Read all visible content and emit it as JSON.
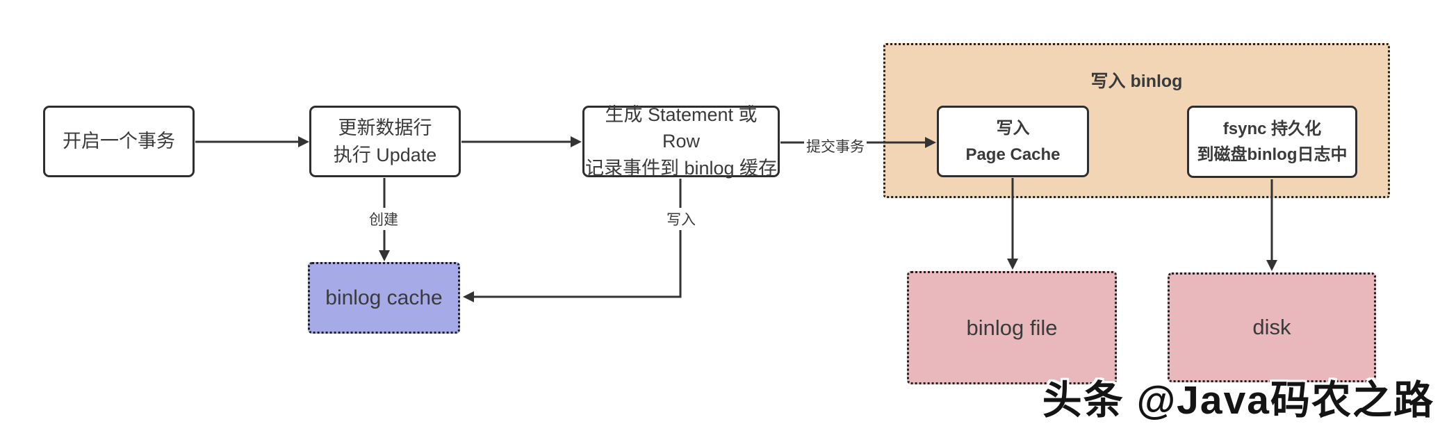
{
  "group": {
    "title": "写入 binlog"
  },
  "nodes": {
    "start": {
      "label": "开启一个事务"
    },
    "update": {
      "line1": "更新数据行",
      "line2": "执行 Update"
    },
    "generate": {
      "line1": "生成 Statement 或 Row",
      "line2": "记录事件到 binlog 缓存"
    },
    "page_cache": {
      "line1": "写入",
      "line2": "Page Cache"
    },
    "fsync": {
      "line1": "fsync 持久化",
      "line2": "到磁盘binlog日志中"
    },
    "binlog_cache": {
      "label": "binlog cache"
    },
    "binlog_file": {
      "label": "binlog file"
    },
    "disk": {
      "label": "disk"
    }
  },
  "edge_labels": {
    "commit": "提交事务",
    "create": "创建",
    "write": "写入"
  },
  "watermark": "头条 @Java码农之路",
  "colors": {
    "group_fill": "#f1d5b5",
    "cache_fill": "#a6abe8",
    "storage_fill": "#e9b8bc",
    "node_border": "#2e2e2e",
    "arrow": "#333333",
    "text": "#3a3a3a"
  }
}
